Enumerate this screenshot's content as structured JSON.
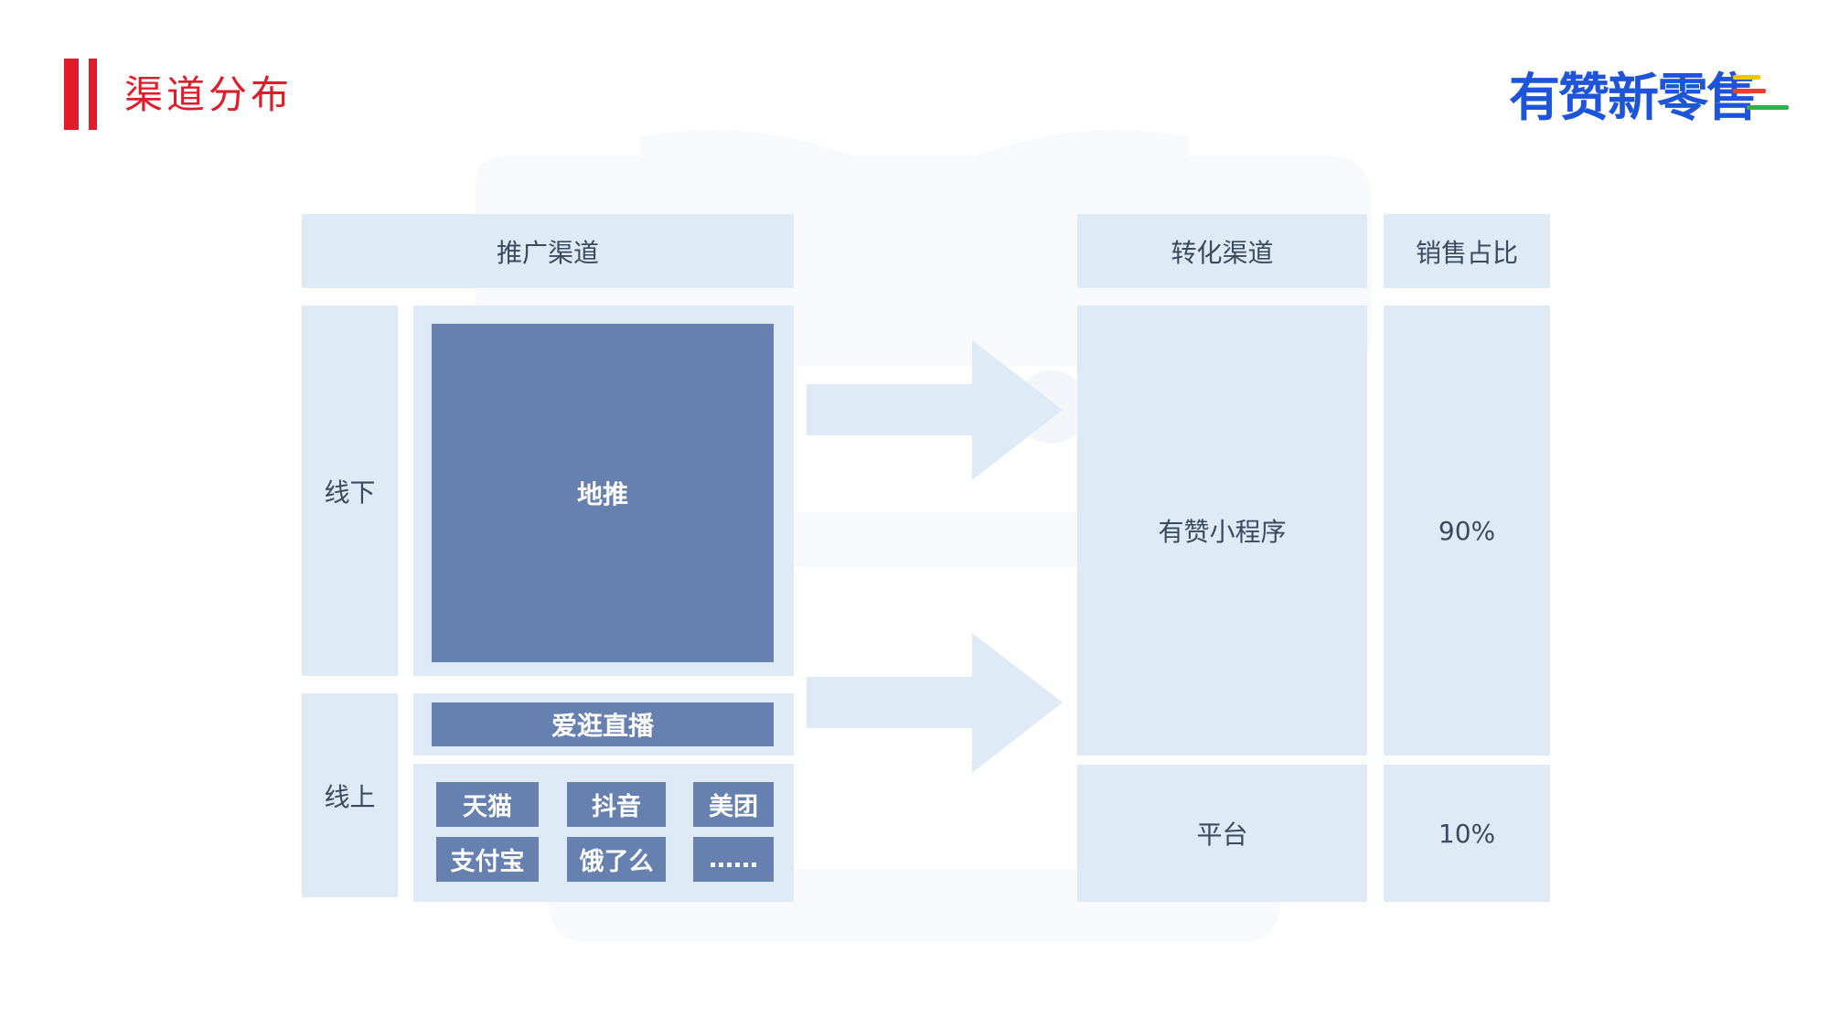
{
  "header": {
    "title": "渠道分布",
    "logo_text": "有赞新零售",
    "logo_line_colors": [
      "#f5c400",
      "#e8412c",
      "#2bb34c"
    ],
    "accent_color": "#e01c2a",
    "logo_color": "#1d54d9"
  },
  "columns": {
    "promotion": "推广渠道",
    "conversion": "转化渠道",
    "sales_share": "销售占比"
  },
  "rows": {
    "offline": "线下",
    "online": "线上"
  },
  "promotion_channels": {
    "offline_main": "地推",
    "live": "爱逛直播",
    "platforms": [
      "天猫",
      "抖音",
      "美团",
      "支付宝",
      "饿了么",
      "……"
    ]
  },
  "conversion_channels": {
    "mini_program": "有赞小程序",
    "platform": "平台"
  },
  "sales_share": {
    "mini_program": "90%",
    "platform": "10%"
  },
  "colors": {
    "light_block": "#dfeaf7",
    "dark_block": "#6680b0",
    "text": "#3a4a5e"
  }
}
